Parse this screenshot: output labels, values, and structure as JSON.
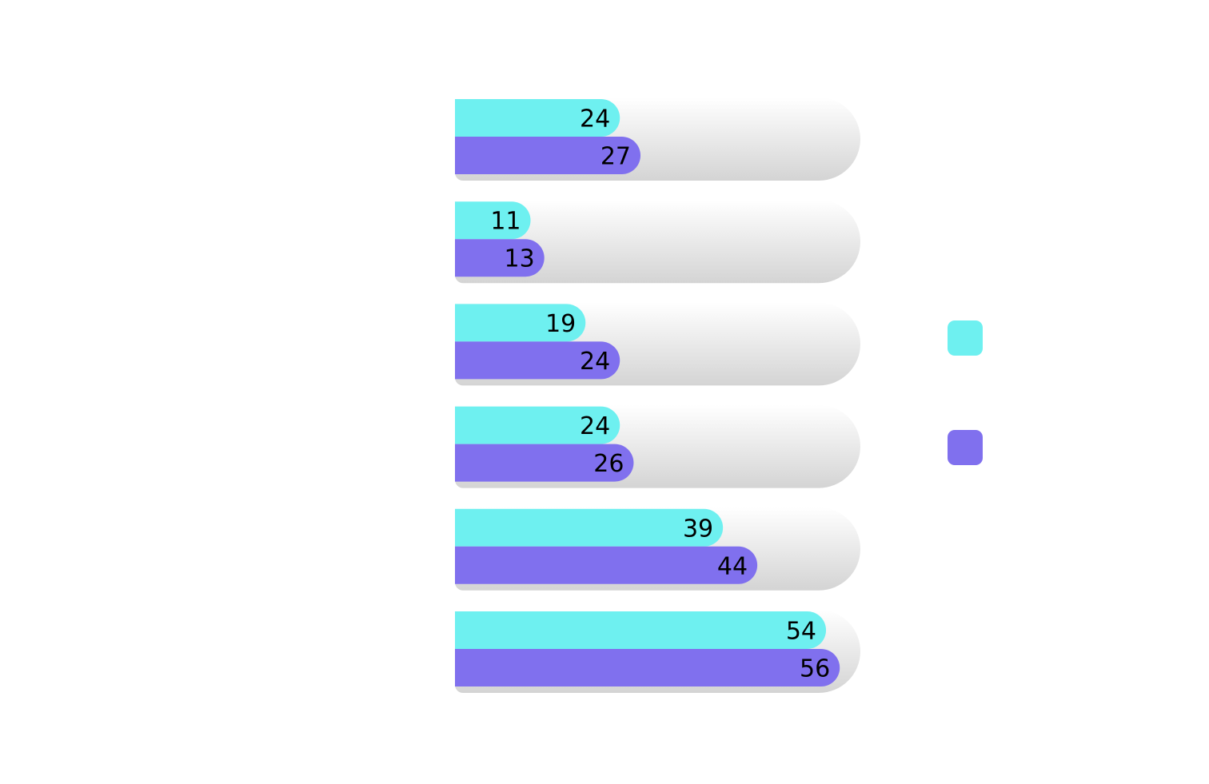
{
  "chart_data": {
    "type": "bar",
    "orientation": "horizontal",
    "title": "",
    "xlabel": "",
    "ylabel": "",
    "categories": [
      "",
      "",
      "",
      "",
      "",
      ""
    ],
    "series": [
      {
        "name": "",
        "color": "#6ef0f0",
        "values": [
          24,
          11,
          19,
          24,
          39,
          54
        ]
      },
      {
        "name": "",
        "color": "#8070ee",
        "values": [
          27,
          13,
          24,
          26,
          44,
          56
        ]
      }
    ],
    "xlim": [
      0,
      59
    ],
    "grid": false,
    "data_labels": true,
    "legend": {
      "position": "right",
      "entries": [
        "",
        ""
      ]
    },
    "track_colors": {
      "top": "#ffffff",
      "bottom": "#d4d4d4"
    }
  }
}
